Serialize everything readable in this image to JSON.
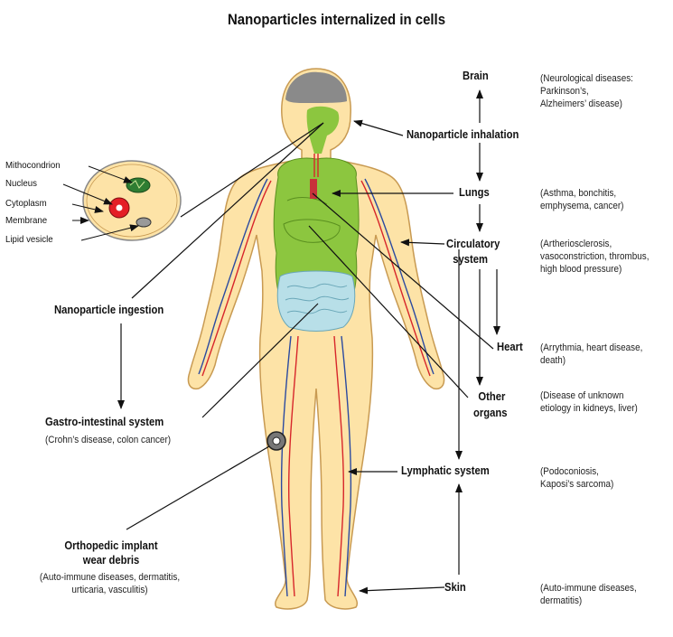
{
  "title": "Nanoparticles internalized in cells",
  "cell_labels": [
    "Mithocondrion",
    "Nucleus",
    "Cytoplasm",
    "Membrane",
    "Lipid vesicle"
  ],
  "organs": {
    "brain": {
      "label": "Brain",
      "note": [
        "(Neurological diseases:",
        "Parkinson’s,",
        "Alzheimers’ disease)"
      ]
    },
    "inhalation": {
      "label": "Nanoparticle inhalation"
    },
    "lungs": {
      "label": "Lungs",
      "note": [
        "(Asthma, bonchitis,",
        "emphysema, cancer)"
      ]
    },
    "circulatory": {
      "label": [
        "Circulatory",
        "system"
      ],
      "note": [
        "(Artheriosclerosis,",
        "vasoconstriction, thrombus,",
        "high blood pressure)"
      ]
    },
    "heart": {
      "label": "Heart",
      "note": [
        "(Arrythmia, heart disease,",
        "death)"
      ]
    },
    "other": {
      "label": [
        "Other",
        "organs"
      ],
      "note": [
        "(Disease of unknown",
        "etiology in kidneys, liver)"
      ]
    },
    "lymphatic": {
      "label": "Lymphatic system",
      "note": [
        "(Podoconiosis,",
        "Kaposi’s sarcoma)"
      ]
    },
    "skin": {
      "label": "Skin",
      "note": [
        "(Auto-immune diseases,",
        "dermatitis)"
      ]
    },
    "ingestion": {
      "label": "Nanoparticle ingestion"
    },
    "gi": {
      "label": "Gastro-intestinal system",
      "note": [
        "(Crohn’s disease, colon cancer)"
      ]
    },
    "implant": {
      "label": [
        "Orthopedic implant",
        "wear debris"
      ],
      "note": [
        "(Auto-immune diseases, dermatitis,",
        "urticaria, vasculitis)"
      ]
    }
  },
  "colors": {
    "skin": "#fde3a7",
    "body_outline": "#c89a52",
    "organ_green": "#8cc63f",
    "intestine": "#b8dfe8",
    "brain": "#8a8a8a",
    "artery": "#d7262b",
    "vein": "#2b4aa0"
  }
}
